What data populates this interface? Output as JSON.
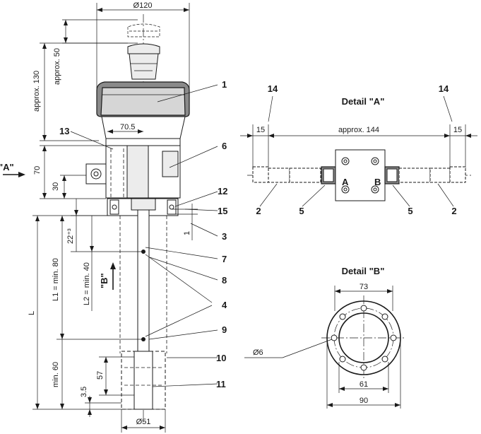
{
  "main_view": {
    "dims": {
      "dia120": "Ø120",
      "approx50": "approx. 50",
      "approx130": "approx. 130",
      "d70_5": "70.5",
      "d70": "70",
      "d30": "30",
      "d22": "22⁺³",
      "l2": "L2 = min. 40",
      "l1": "L1 = min. 80",
      "l": "L",
      "min60": "min. 60",
      "d57": "57",
      "d3_5": "3.5",
      "dia51": "Ø51",
      "d1": "1"
    },
    "view_a": "\"A\"",
    "view_b": "\"B\"",
    "callouts": [
      "1",
      "13",
      "6",
      "12",
      "15",
      "3",
      "7",
      "8",
      "4",
      "9",
      "10",
      "11"
    ]
  },
  "detail_a": {
    "title": "Detail \"A\"",
    "dims": {
      "left15": "15",
      "approx144": "approx. 144",
      "right15": "15"
    },
    "callouts": {
      "left14": "14",
      "right14": "14",
      "left2": "2",
      "left5": "5",
      "right5": "5",
      "right2": "2"
    },
    "ports": {
      "a": "A",
      "b": "B"
    }
  },
  "detail_b": {
    "title": "Detail \"B\"",
    "dims": {
      "d73": "73",
      "d61": "61",
      "d90": "90",
      "dia6": "Ø6"
    }
  }
}
